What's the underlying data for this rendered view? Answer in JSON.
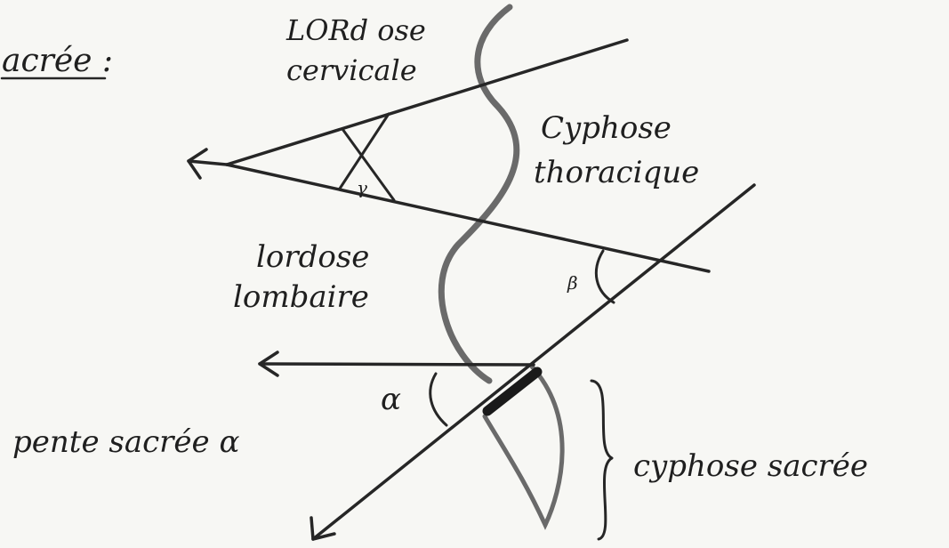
{
  "labels": {
    "header_fragment": "acrée :",
    "lordose_cervicale_1": "LORd ose",
    "lordose_cervicale_2": "cervicale",
    "cyphose_thoracique_1": "Cyphose",
    "cyphose_thoracique_2": "thoracique",
    "lordose_lombaire_1": "lordose",
    "lordose_lombaire_2": "lombaire",
    "angle_gamma": "γ",
    "angle_beta": "β",
    "angle_alpha": "α",
    "pente_sacree": "pente sacrée α",
    "cyphose_sacree": "cyphose sacrée"
  },
  "colors": {
    "ink": "#262626",
    "spine": "#6a6a6a",
    "paper": "#f7f7f4"
  }
}
